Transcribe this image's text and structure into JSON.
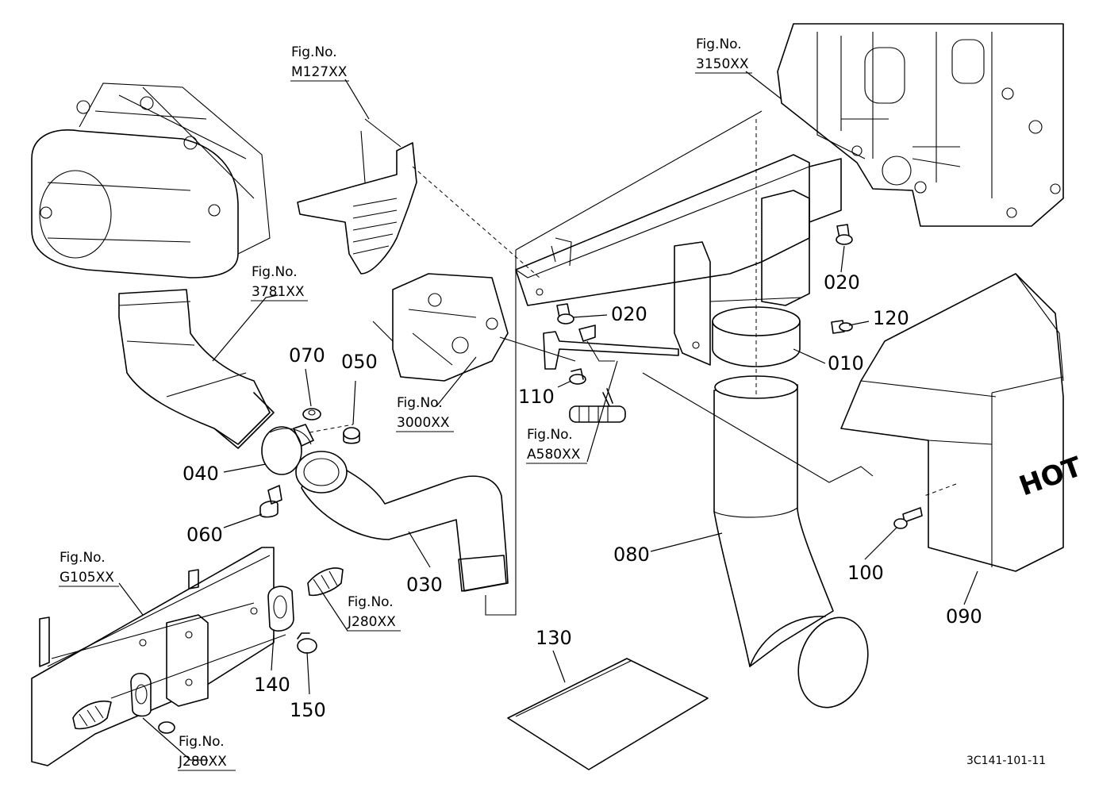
{
  "figure_refs": [
    {
      "label": "Fig.No.",
      "code": "M127XX"
    },
    {
      "label": "Fig.No.",
      "code": "3150XX"
    },
    {
      "label": "Fig.No.",
      "code": "3781XX"
    },
    {
      "label": "Fig.No.",
      "code": "3000XX"
    },
    {
      "label": "Fig.No.",
      "code": "A580XX"
    },
    {
      "label": "Fig.No.",
      "code": "G105XX"
    },
    {
      "label": "Fig.No.",
      "code": "J280XX"
    },
    {
      "label": "Fig.No.",
      "code": "J280XX"
    }
  ],
  "parts": [
    {
      "number": "010"
    },
    {
      "number": "020"
    },
    {
      "number": "020"
    },
    {
      "number": "030"
    },
    {
      "number": "040"
    },
    {
      "number": "050"
    },
    {
      "number": "060"
    },
    {
      "number": "070"
    },
    {
      "number": "080"
    },
    {
      "number": "090"
    },
    {
      "number": "100"
    },
    {
      "number": "110"
    },
    {
      "number": "120"
    },
    {
      "number": "130"
    },
    {
      "number": "140"
    },
    {
      "number": "150"
    }
  ],
  "warning_label": "HOT",
  "drawing_code": "3C141-101-11"
}
